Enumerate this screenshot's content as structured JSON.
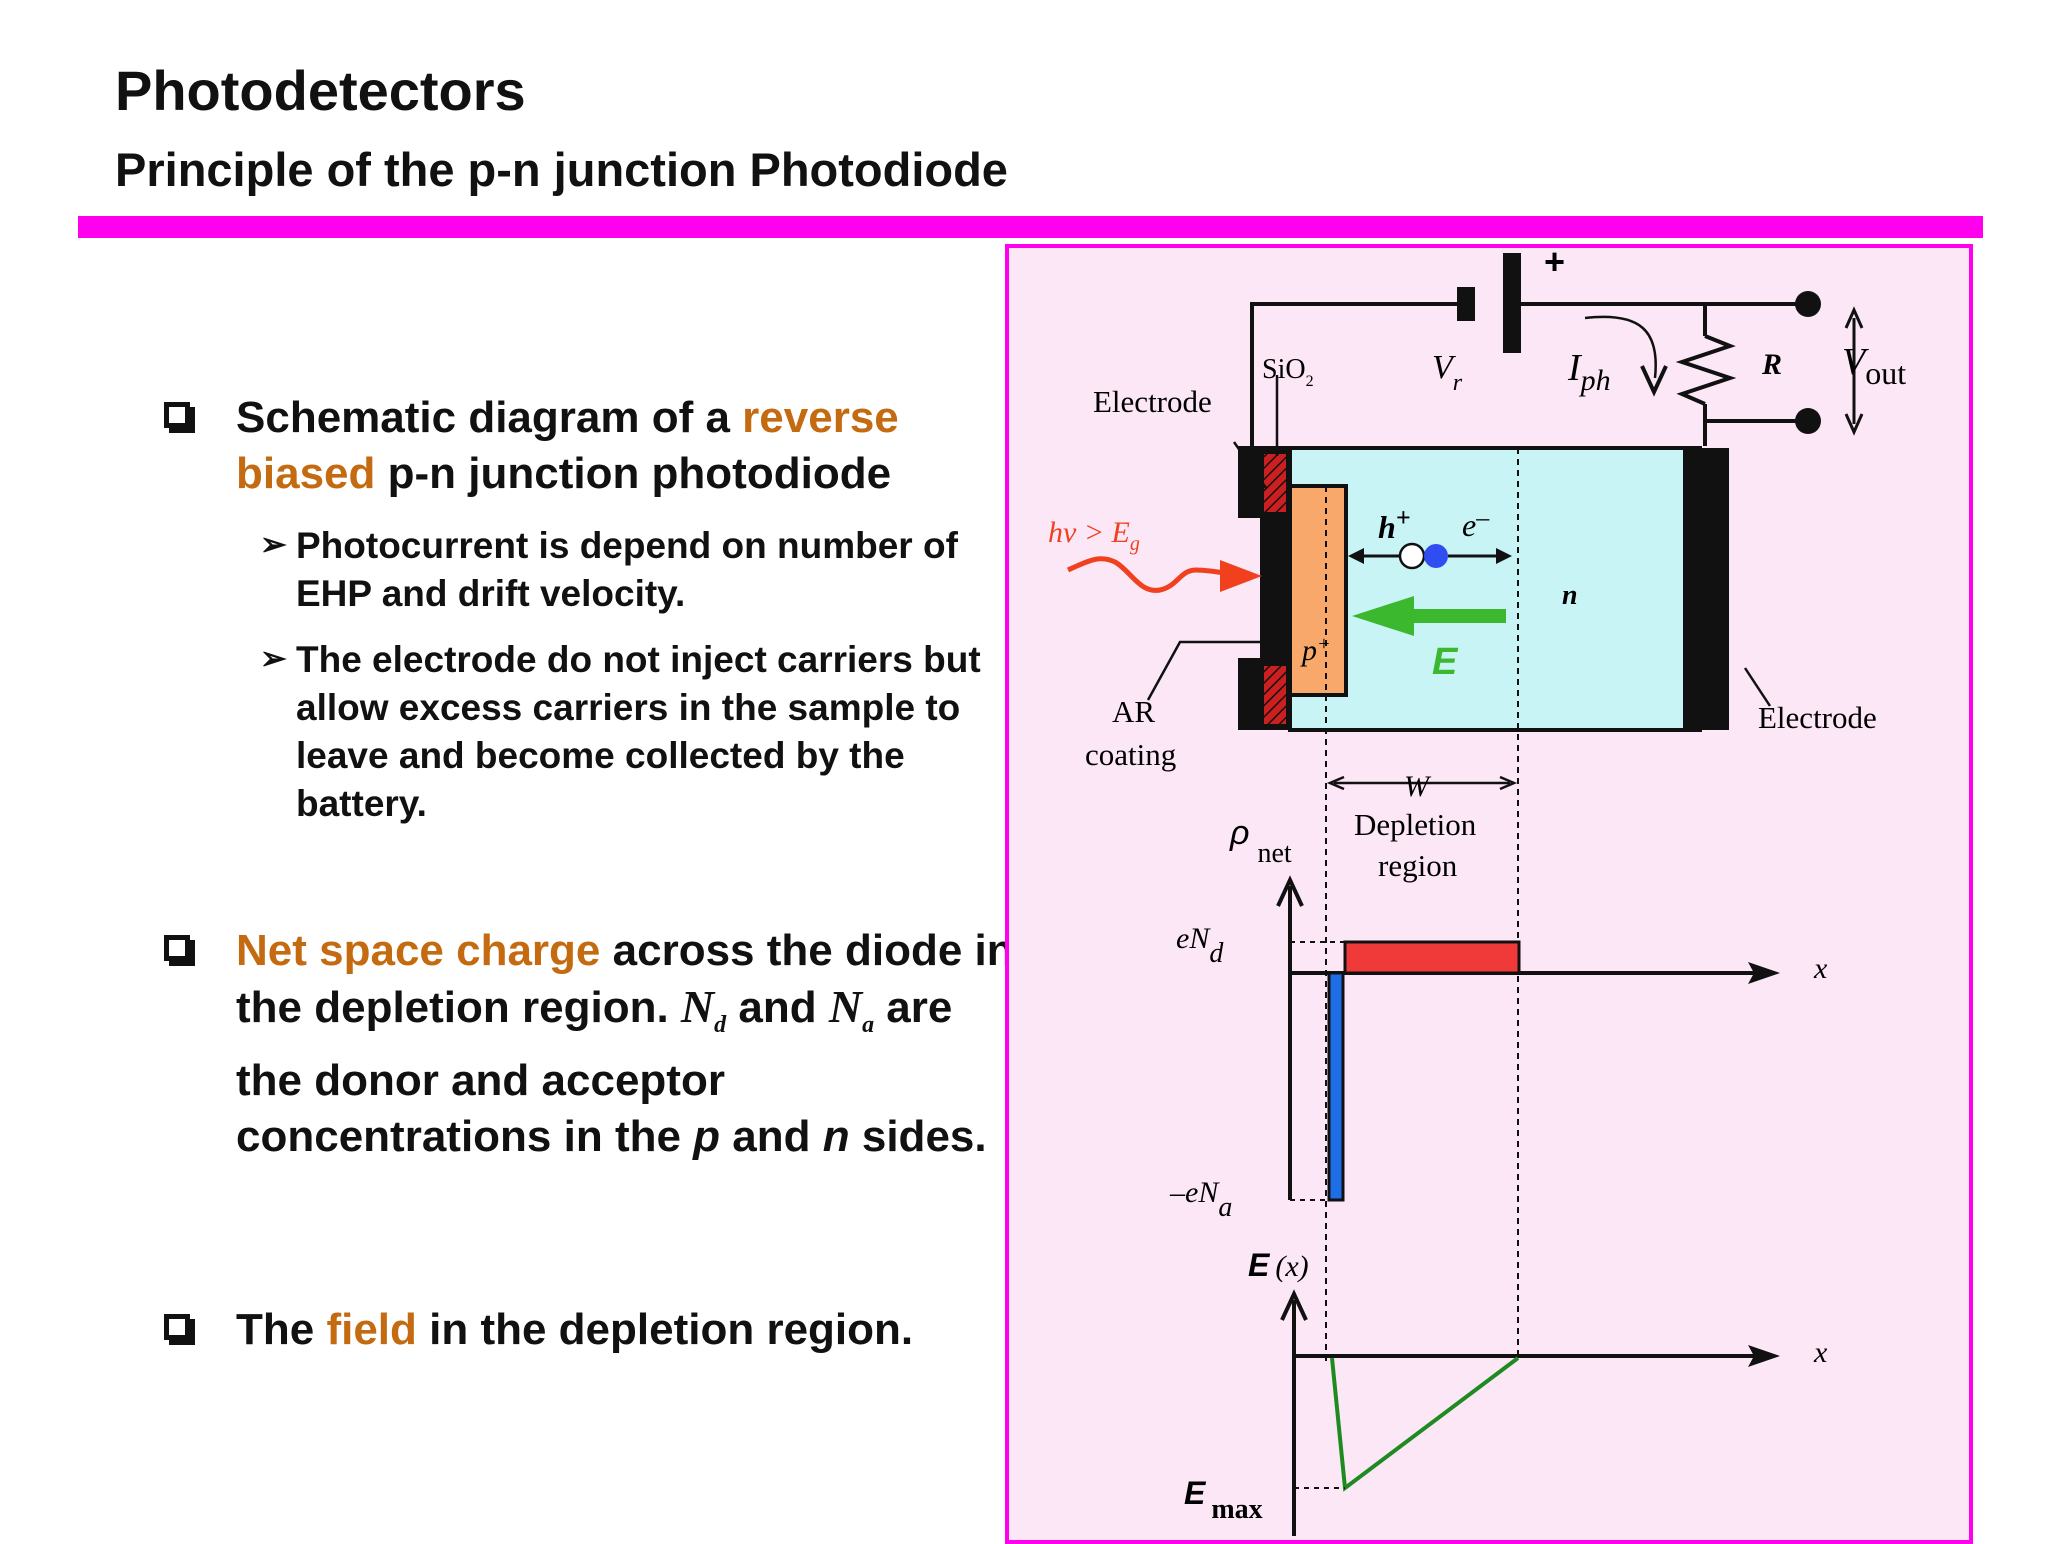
{
  "slide": {
    "title": "Photodetectors",
    "subtitle": "Principle of the p-n junction Photodiode"
  },
  "bullets": [
    {
      "part1": "Schematic diagram of a ",
      "highlight": "reverse biased",
      "part2": " p-n junction photodiode",
      "subs": [
        "Photocurrent is depend on number of EHP and drift velocity.",
        "The electrode do not inject carriers but allow excess carriers in the sample to leave and become collected by the battery."
      ]
    },
    {
      "highlight": "Net space charge",
      "part1": " across the diode in the depletion region. ",
      "nd": "N",
      "nd_sub": "d",
      "and1": " and ",
      "na": "N",
      "na_sub": "a",
      "part2": " are the donor and acceptor concentrations in the ",
      "p": "p",
      "and2": " and ",
      "n": "n",
      "part3": " sides."
    },
    {
      "part1": "The ",
      "highlight": "field",
      "part2": " in the depletion region."
    }
  ],
  "diagram": {
    "electrode_left": "Electrode",
    "electrode_right": "Electrode",
    "sio2": "SiO",
    "sio2_sub": "2",
    "vr": "V",
    "vr_sub": "r",
    "plus": "+",
    "iph": "I",
    "iph_sub": "ph",
    "r": "R",
    "vout": "V",
    "vout_sub": "out",
    "photon": "hν > E",
    "photon_sub": "g",
    "hplus": "h",
    "hplus_sup": "+",
    "eminus": "e",
    "eminus_sup": "–",
    "n": "n",
    "pplus": "p",
    "pplus_sup": "+",
    "field_e": "E",
    "ar1": "AR",
    "ar2": "coating",
    "w": "W",
    "depletion1": "Depletion",
    "depletion2": "region",
    "rho": "ρ",
    "rho_sub": "net",
    "end": "eN",
    "end_sub": "d",
    "ena": "–eN",
    "ena_sub": "a",
    "x1": "x",
    "ex": "E",
    "ex_arg": "(x)",
    "x2": "x",
    "emax": "E",
    "emax_sub": "max"
  },
  "colors": {
    "accent_magenta": "#ff00ee",
    "highlight_orange": "#c46a10",
    "n_region": "#c8f4f6",
    "p_region": "#f7a86a",
    "nd_bar": "#f03a3a",
    "na_bar": "#1e6fe6",
    "field_green": "#3cb82e",
    "photon_red": "#f0401e"
  }
}
